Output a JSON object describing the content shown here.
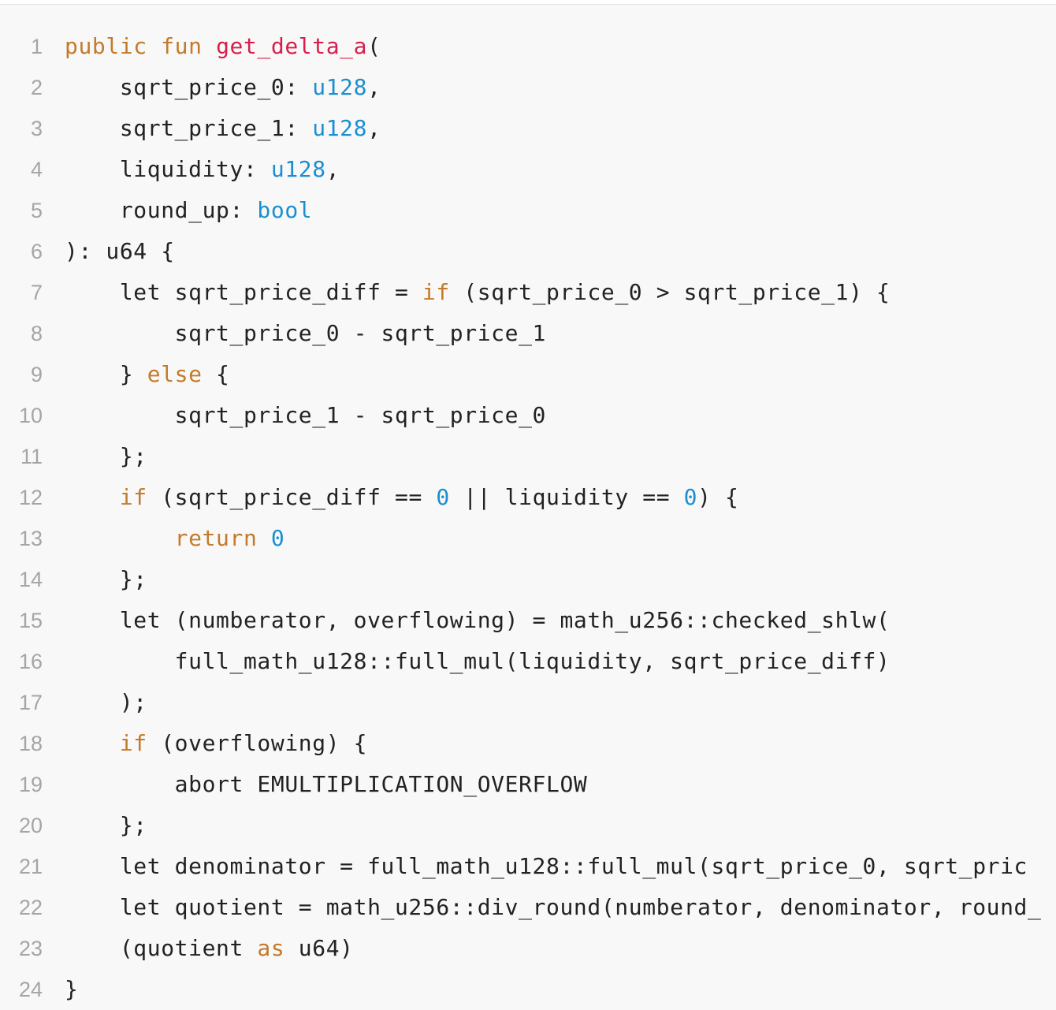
{
  "colors": {
    "keyword": "#c47a2a",
    "function_name": "#d6204b",
    "type_number": "#1a8fd0",
    "plain": "#222222",
    "line_number": "#a5a5a5",
    "background": "#f8f8f8"
  },
  "lines": [
    {
      "n": "1",
      "tokens": [
        {
          "c": "k",
          "t": "public"
        },
        {
          "c": "p",
          "t": " "
        },
        {
          "c": "k",
          "t": "fun"
        },
        {
          "c": "p",
          "t": " "
        },
        {
          "c": "f",
          "t": "get_delta_a"
        },
        {
          "c": "p",
          "t": "("
        }
      ]
    },
    {
      "n": "2",
      "tokens": [
        {
          "c": "p",
          "t": "    sqrt_price_0: "
        },
        {
          "c": "t",
          "t": "u128"
        },
        {
          "c": "p",
          "t": ","
        }
      ]
    },
    {
      "n": "3",
      "tokens": [
        {
          "c": "p",
          "t": "    sqrt_price_1: "
        },
        {
          "c": "t",
          "t": "u128"
        },
        {
          "c": "p",
          "t": ","
        }
      ]
    },
    {
      "n": "4",
      "tokens": [
        {
          "c": "p",
          "t": "    liquidity: "
        },
        {
          "c": "t",
          "t": "u128"
        },
        {
          "c": "p",
          "t": ","
        }
      ]
    },
    {
      "n": "5",
      "tokens": [
        {
          "c": "p",
          "t": "    round_up: "
        },
        {
          "c": "t",
          "t": "bool"
        }
      ]
    },
    {
      "n": "6",
      "tokens": [
        {
          "c": "p",
          "t": "): u64 {"
        }
      ]
    },
    {
      "n": "7",
      "tokens": [
        {
          "c": "p",
          "t": "    let sqrt_price_diff = "
        },
        {
          "c": "k",
          "t": "if"
        },
        {
          "c": "p",
          "t": " (sqrt_price_0 > sqrt_price_1) {"
        }
      ]
    },
    {
      "n": "8",
      "tokens": [
        {
          "c": "p",
          "t": "        sqrt_price_0 - sqrt_price_1"
        }
      ]
    },
    {
      "n": "9",
      "tokens": [
        {
          "c": "p",
          "t": "    } "
        },
        {
          "c": "k",
          "t": "else"
        },
        {
          "c": "p",
          "t": " {"
        }
      ]
    },
    {
      "n": "10",
      "tokens": [
        {
          "c": "p",
          "t": "        sqrt_price_1 - sqrt_price_0"
        }
      ]
    },
    {
      "n": "11",
      "tokens": [
        {
          "c": "p",
          "t": "    };"
        }
      ]
    },
    {
      "n": "12",
      "tokens": [
        {
          "c": "p",
          "t": "    "
        },
        {
          "c": "k",
          "t": "if"
        },
        {
          "c": "p",
          "t": " (sqrt_price_diff == "
        },
        {
          "c": "t",
          "t": "0"
        },
        {
          "c": "p",
          "t": " || liquidity == "
        },
        {
          "c": "t",
          "t": "0"
        },
        {
          "c": "p",
          "t": ") {"
        }
      ]
    },
    {
      "n": "13",
      "tokens": [
        {
          "c": "p",
          "t": "        "
        },
        {
          "c": "k",
          "t": "return"
        },
        {
          "c": "p",
          "t": " "
        },
        {
          "c": "t",
          "t": "0"
        }
      ]
    },
    {
      "n": "14",
      "tokens": [
        {
          "c": "p",
          "t": "    };"
        }
      ]
    },
    {
      "n": "15",
      "tokens": [
        {
          "c": "p",
          "t": "    let (numberator, overflowing) = math_u256::checked_shlw("
        }
      ]
    },
    {
      "n": "16",
      "tokens": [
        {
          "c": "p",
          "t": "        full_math_u128::full_mul(liquidity, sqrt_price_diff)"
        }
      ]
    },
    {
      "n": "17",
      "tokens": [
        {
          "c": "p",
          "t": "    );"
        }
      ]
    },
    {
      "n": "18",
      "tokens": [
        {
          "c": "p",
          "t": "    "
        },
        {
          "c": "k",
          "t": "if"
        },
        {
          "c": "p",
          "t": " (overflowing) {"
        }
      ]
    },
    {
      "n": "19",
      "tokens": [
        {
          "c": "p",
          "t": "        abort EMULTIPLICATION_OVERFLOW"
        }
      ]
    },
    {
      "n": "20",
      "tokens": [
        {
          "c": "p",
          "t": "    };"
        }
      ]
    },
    {
      "n": "21",
      "tokens": [
        {
          "c": "p",
          "t": "    let denominator = full_math_u128::full_mul(sqrt_price_0, sqrt_pric"
        }
      ]
    },
    {
      "n": "22",
      "tokens": [
        {
          "c": "p",
          "t": "    let quotient = math_u256::div_round(numberator, denominator, round_"
        }
      ]
    },
    {
      "n": "23",
      "tokens": [
        {
          "c": "p",
          "t": "    (quotient "
        },
        {
          "c": "k",
          "t": "as"
        },
        {
          "c": "p",
          "t": " u64)"
        }
      ]
    },
    {
      "n": "24",
      "tokens": [
        {
          "c": "p",
          "t": "}"
        }
      ]
    }
  ]
}
